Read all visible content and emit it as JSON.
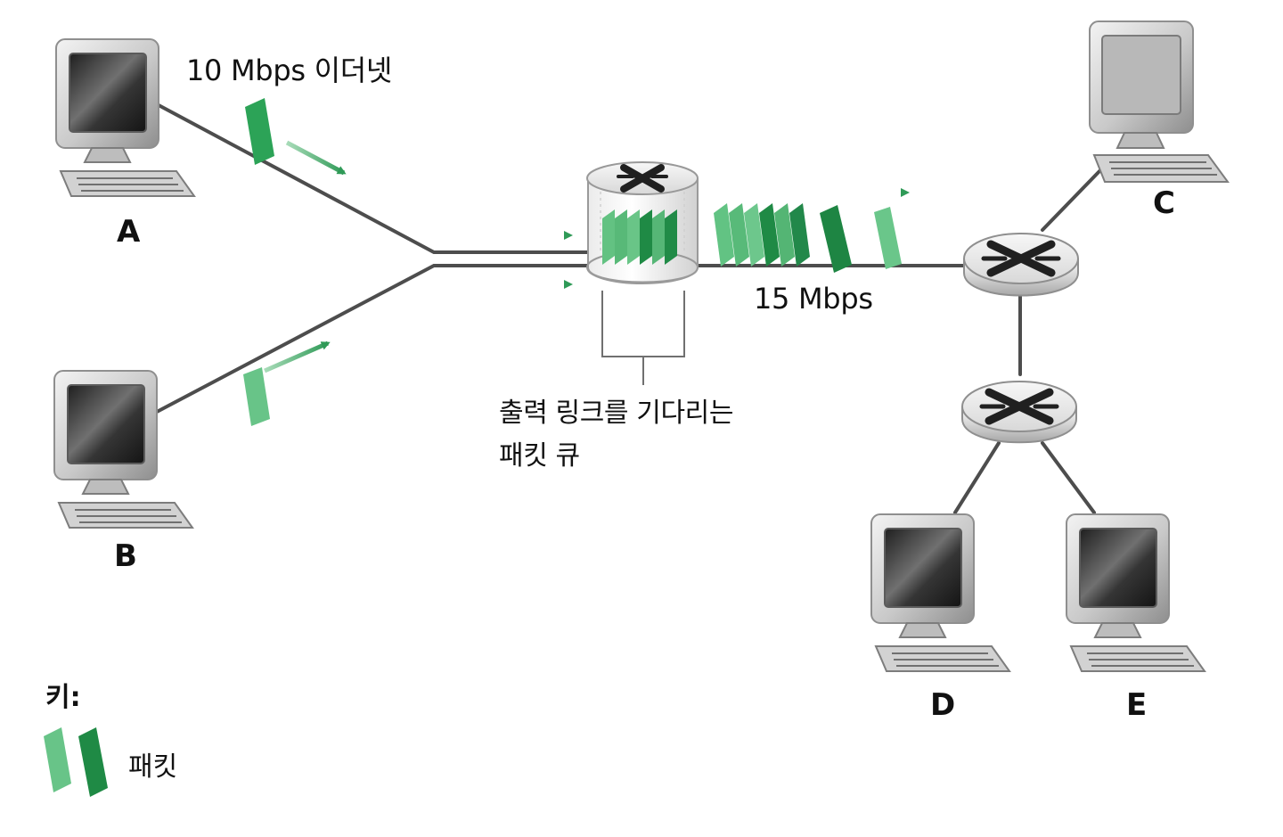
{
  "hosts": {
    "a": {
      "label": "A"
    },
    "b": {
      "label": "B"
    },
    "c": {
      "label": "C"
    },
    "d": {
      "label": "D"
    },
    "e": {
      "label": "E"
    }
  },
  "links": {
    "ethernet": {
      "label": "10 Mbps 이더넷"
    },
    "output": {
      "label": "15 Mbps"
    }
  },
  "queue": {
    "label_line1": "출력 링크를 기다리는",
    "label_line2": "패킷 큐"
  },
  "key": {
    "title": "키:",
    "packet_label": "패킷"
  },
  "colors": {
    "packet_light": "#5fbe7d",
    "packet_dark": "#1f8a45",
    "arrow": "#2f9a57",
    "line": "#4a4a4a"
  }
}
